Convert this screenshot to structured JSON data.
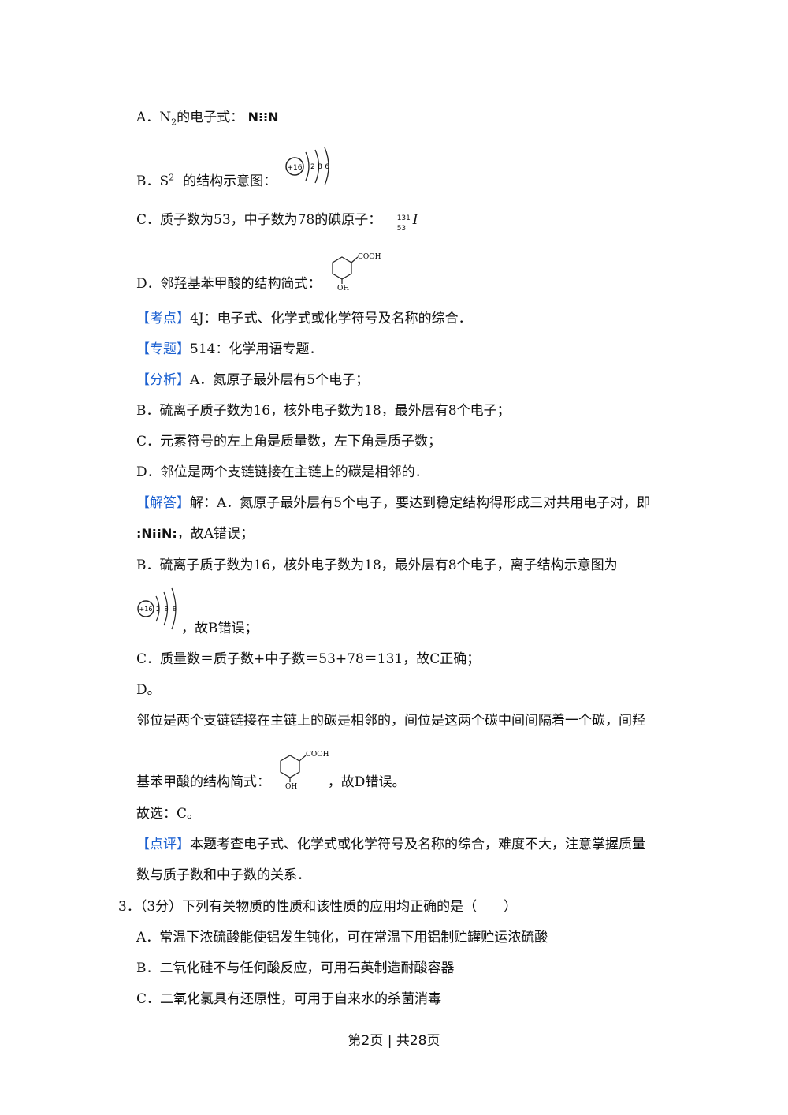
{
  "options_q2": {
    "a_prefix": "A．N",
    "a_sub": "2",
    "a_suffix": "的电子式：",
    "a_formula": "N⁝⁝N",
    "b_prefix": "B．S",
    "b_sup": "2－",
    "b_suffix": "的结构示意图：",
    "b_fig_nucleus": "+16",
    "b_fig_shells": "2 8 6",
    "c_text": "C．质子数为53，中子数为78的碘原子：",
    "c_mass": "131",
    "c_atomic": "53",
    "c_symbol": "I",
    "d_text": "D．邻羟基苯甲酸的结构简式：",
    "d_fig_top": "COOH",
    "d_fig_bottom": "OH"
  },
  "analysis": {
    "kaodian_tag": "【考点】",
    "kaodian_text": "4J：电子式、化学式或化学符号及名称的综合．",
    "zhuanti_tag": "【专题】",
    "zhuanti_text": "514：化学用语专题．",
    "fenxi_tag": "【分析】",
    "fenxi_a": "A．氮原子最外层有5个电子；",
    "fenxi_b": "B．硫离子质子数为16，核外电子数为18，最外层有8个电子；",
    "fenxi_c": "C．元素符号的左上角是质量数，左下角是质子数；",
    "fenxi_d": "D．邻位是两个支链链接在主链上的碳是相邻的．"
  },
  "answer": {
    "jieda_tag": "【解答】",
    "a_line1": "解：A．氮原子最外层有5个电子，要达到稳定结构得形成三对共用电子对，即",
    "a_formula": ":N⁝⁝N:",
    "a_line2": "，故A错误；",
    "b_line1": "B．硫离子质子数为16，核外电子数为18，最外层有8个电子，离子结构示意图为",
    "b_fig_nucleus": "+16",
    "b_fig_shells": "2 8 8",
    "b_line2": "，故B错误；",
    "c_line": "C．质量数＝质子数+中子数＝53+78＝131，故C正确；",
    "d_line": "D。",
    "d_line2": "邻位是两个支链链接在主链上的碳是相邻的，间位是这两个碳中间间隔着一个碳，间羟",
    "d_line3_pre": "基苯甲酸的结构简式：",
    "d_fig_top": "COOH",
    "d_fig_bottom": "OH",
    "d_line3_post": "，故D错误。",
    "choice": "故选：C。"
  },
  "review": {
    "dianping_tag": "【点评】",
    "line1": "本题考查电子式、化学式或化学符号及名称的综合，难度不大，注意掌握质量",
    "line2": "数与质子数和中子数的关系．"
  },
  "question3": {
    "stem": "3．（3分）下列有关物质的性质和该性质的应用均正确的是（　　）",
    "a": "A．常温下浓硫酸能使铝发生钝化，可在常温下用铝制贮罐贮运浓硫酸",
    "b": "B．二氧化硅不与任何酸反应，可用石英制造耐酸容器",
    "c": "C．二氧化氯具有还原性，可用于自来水的杀菌消毒"
  },
  "footer": {
    "text": "第2页 | 共28页"
  },
  "colors": {
    "tag": "#1a5fd0",
    "text": "#111111"
  }
}
